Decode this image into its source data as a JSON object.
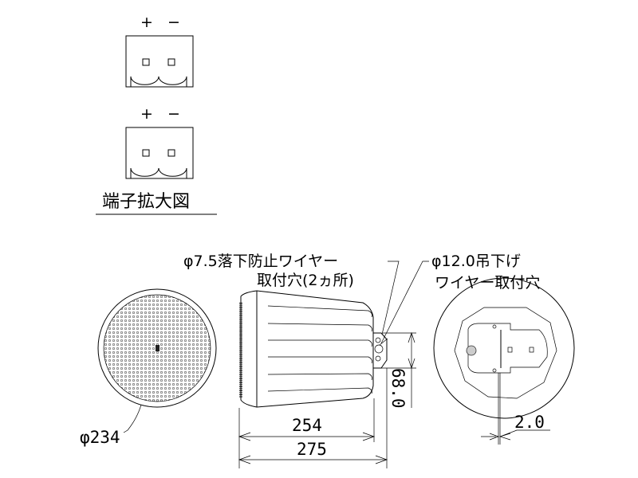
{
  "terminal": {
    "plus": "+",
    "minus": "−",
    "caption": "端子拡大図"
  },
  "callouts": {
    "safety_wire_line1": "φ7.5落下防止ワイヤー",
    "safety_wire_line2": "取付穴(2ヵ所)",
    "hanging_wire_line1": "φ12.0吊下げ",
    "hanging_wire_line2": "ワイヤー取付穴"
  },
  "dimensions": {
    "diameter": "φ234",
    "depth_body": "254",
    "depth_total": "275",
    "hole_spacing": "68.0",
    "offset": "2.0"
  }
}
